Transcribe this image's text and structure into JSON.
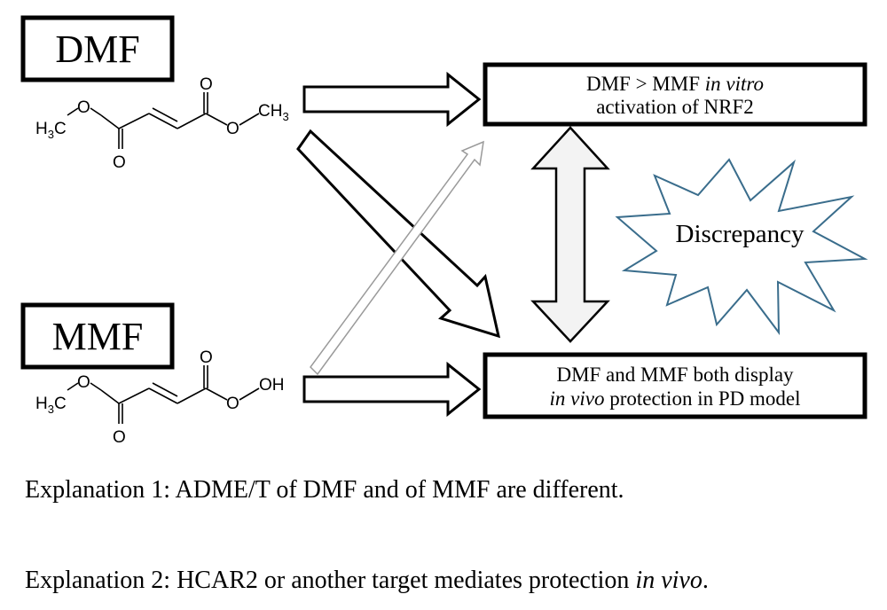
{
  "compounds": {
    "dmf": {
      "label": "DMF",
      "left_group": "H3C",
      "left_group_main": "H",
      "left_group_sub": "3",
      "left_group_tail": "C",
      "oxygen": "O",
      "right_group": "CH3",
      "right_group_main": "CH",
      "right_group_sub": "3"
    },
    "mmf": {
      "label": "MMF",
      "left_group": "H3C",
      "left_group_main": "H",
      "left_group_sub": "3",
      "left_group_tail": "C",
      "oxygen": "O",
      "right_group": "OH"
    }
  },
  "outcomes": {
    "in_vitro": {
      "line1_prefix": "DMF > MMF ",
      "line1_italic": "in vitro",
      "line2": "activation of NRF2"
    },
    "in_vivo": {
      "line1": "DMF and MMF both display",
      "line2_italic": "in vivo",
      "line2_suffix": " protection in PD model"
    }
  },
  "discrepancy_label": "Discrepancy",
  "explanations": {
    "explanation1": "Explanation 1: ADME/T of DMF and of MMF are different.",
    "explanation2_prefix": "Explanation 2: HCAR2 or another target mediates protection ",
    "explanation2_italic": "in vivo",
    "explanation2_suffix": "."
  },
  "colors": {
    "stroke": "#000000",
    "faint_arrow": "#9a9a9a",
    "double_arrow_fill": "#f3f3f3",
    "starburst_stroke": "#3a6d8c",
    "starburst_fill": "#ffffff"
  }
}
